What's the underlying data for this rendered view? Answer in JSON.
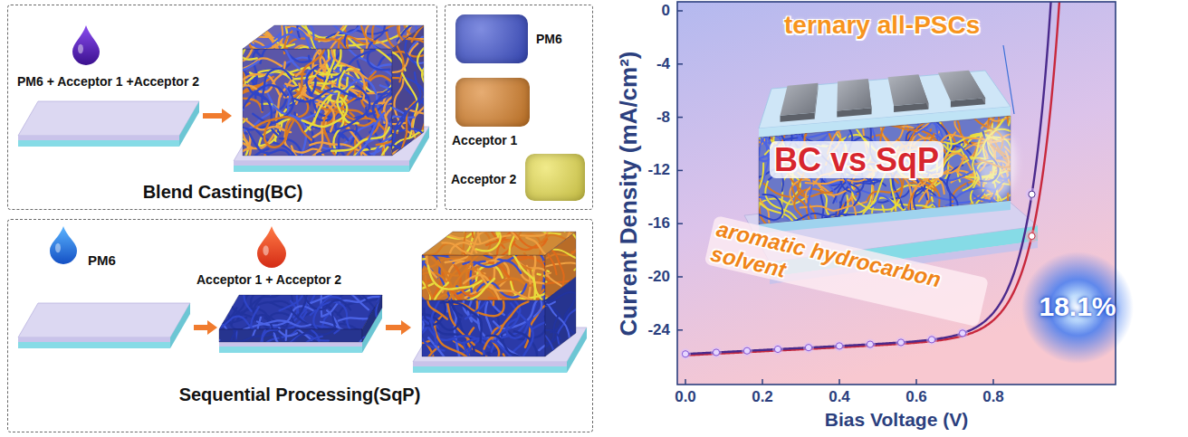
{
  "diagram": {
    "nodes": [
      {
        "text": [
          "PM6 + Acceptor 1 +Acceptor 2",
          "Blend Casting(BC)"
        ]
      },
      {
        "text": [
          "PM6",
          "Acceptor 1 + Acceptor 2",
          "Sequential Processing(SqP)"
        ]
      }
    ],
    "labels": [
      "Current Density (mA/cm²)",
      "0",
      "-4",
      "-8",
      "-12",
      "-16",
      "-20",
      "-24",
      "0.0",
      "0.2",
      "0.4",
      "0.6",
      "0.8",
      "Bias Voltage (V)",
      "ternary all-PSCs",
      "BC vs SqP",
      "aromatic hydrocarbon solvent",
      "18.1%"
    ],
    "legend": [
      {
        "text": "PM6",
        "color": "#3b4fcf"
      },
      {
        "text": "Acceptor 1",
        "color": "#d98027"
      },
      {
        "text": "Acceptor 2",
        "color": "#e9df4c"
      }
    ]
  }
}
